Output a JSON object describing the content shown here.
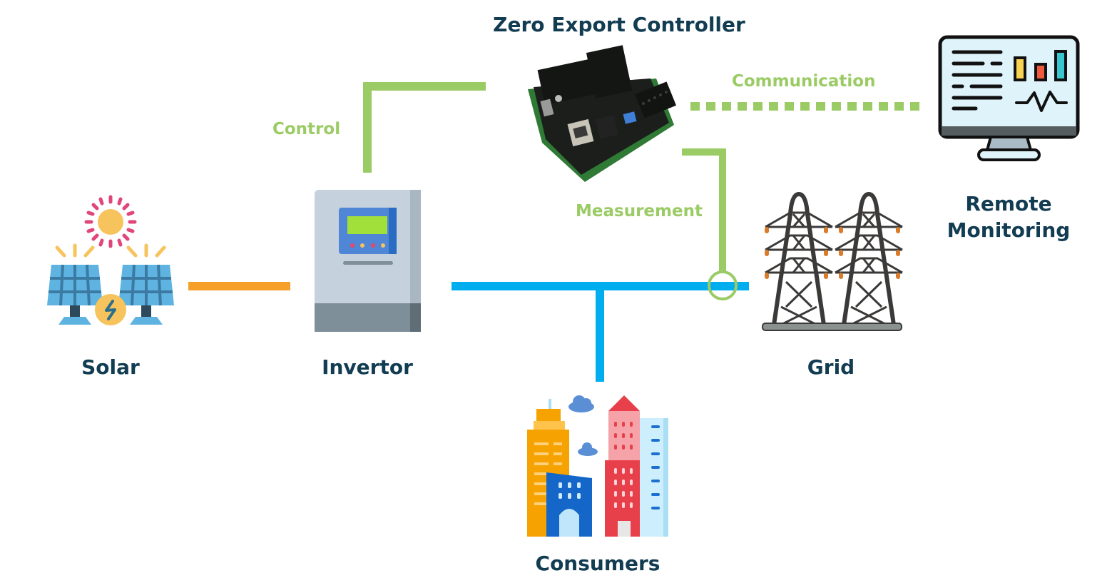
{
  "diagram": {
    "title": "Zero Export Controller",
    "nodes": {
      "solar": {
        "label": "Solar",
        "icon": "solar-panel-icon"
      },
      "invertor": {
        "label": "Invertor",
        "icon": "invertor-icon"
      },
      "controller": {
        "label": "Zero Export Controller",
        "icon": "controller-board-icon"
      },
      "grid": {
        "label": "Grid",
        "icon": "power-tower-icon"
      },
      "consumers": {
        "label": "Consumers",
        "icon": "buildings-icon"
      },
      "remote": {
        "label_line1": "Remote",
        "label_line2": "Monitoring",
        "icon": "monitor-dashboard-icon"
      }
    },
    "connections": {
      "control": {
        "label": "Control",
        "from": "controller",
        "to": "invertor",
        "style": "solid"
      },
      "measurement": {
        "label": "Measurement",
        "from": "controller",
        "to": "grid-line",
        "style": "solid"
      },
      "communication": {
        "label": "Communication",
        "from": "controller",
        "to": "remote",
        "style": "dashed"
      },
      "dc_power": {
        "from": "solar",
        "to": "invertor"
      },
      "ac_bus": {
        "from": "invertor",
        "to": "grid"
      },
      "consumer_feed": {
        "from": "ac_bus",
        "to": "consumers"
      }
    },
    "colors": {
      "label_text": "#123c52",
      "signal_green": "#9bcb65",
      "dc_orange": "#f6a02a",
      "ac_blue": "#00aeef"
    }
  }
}
